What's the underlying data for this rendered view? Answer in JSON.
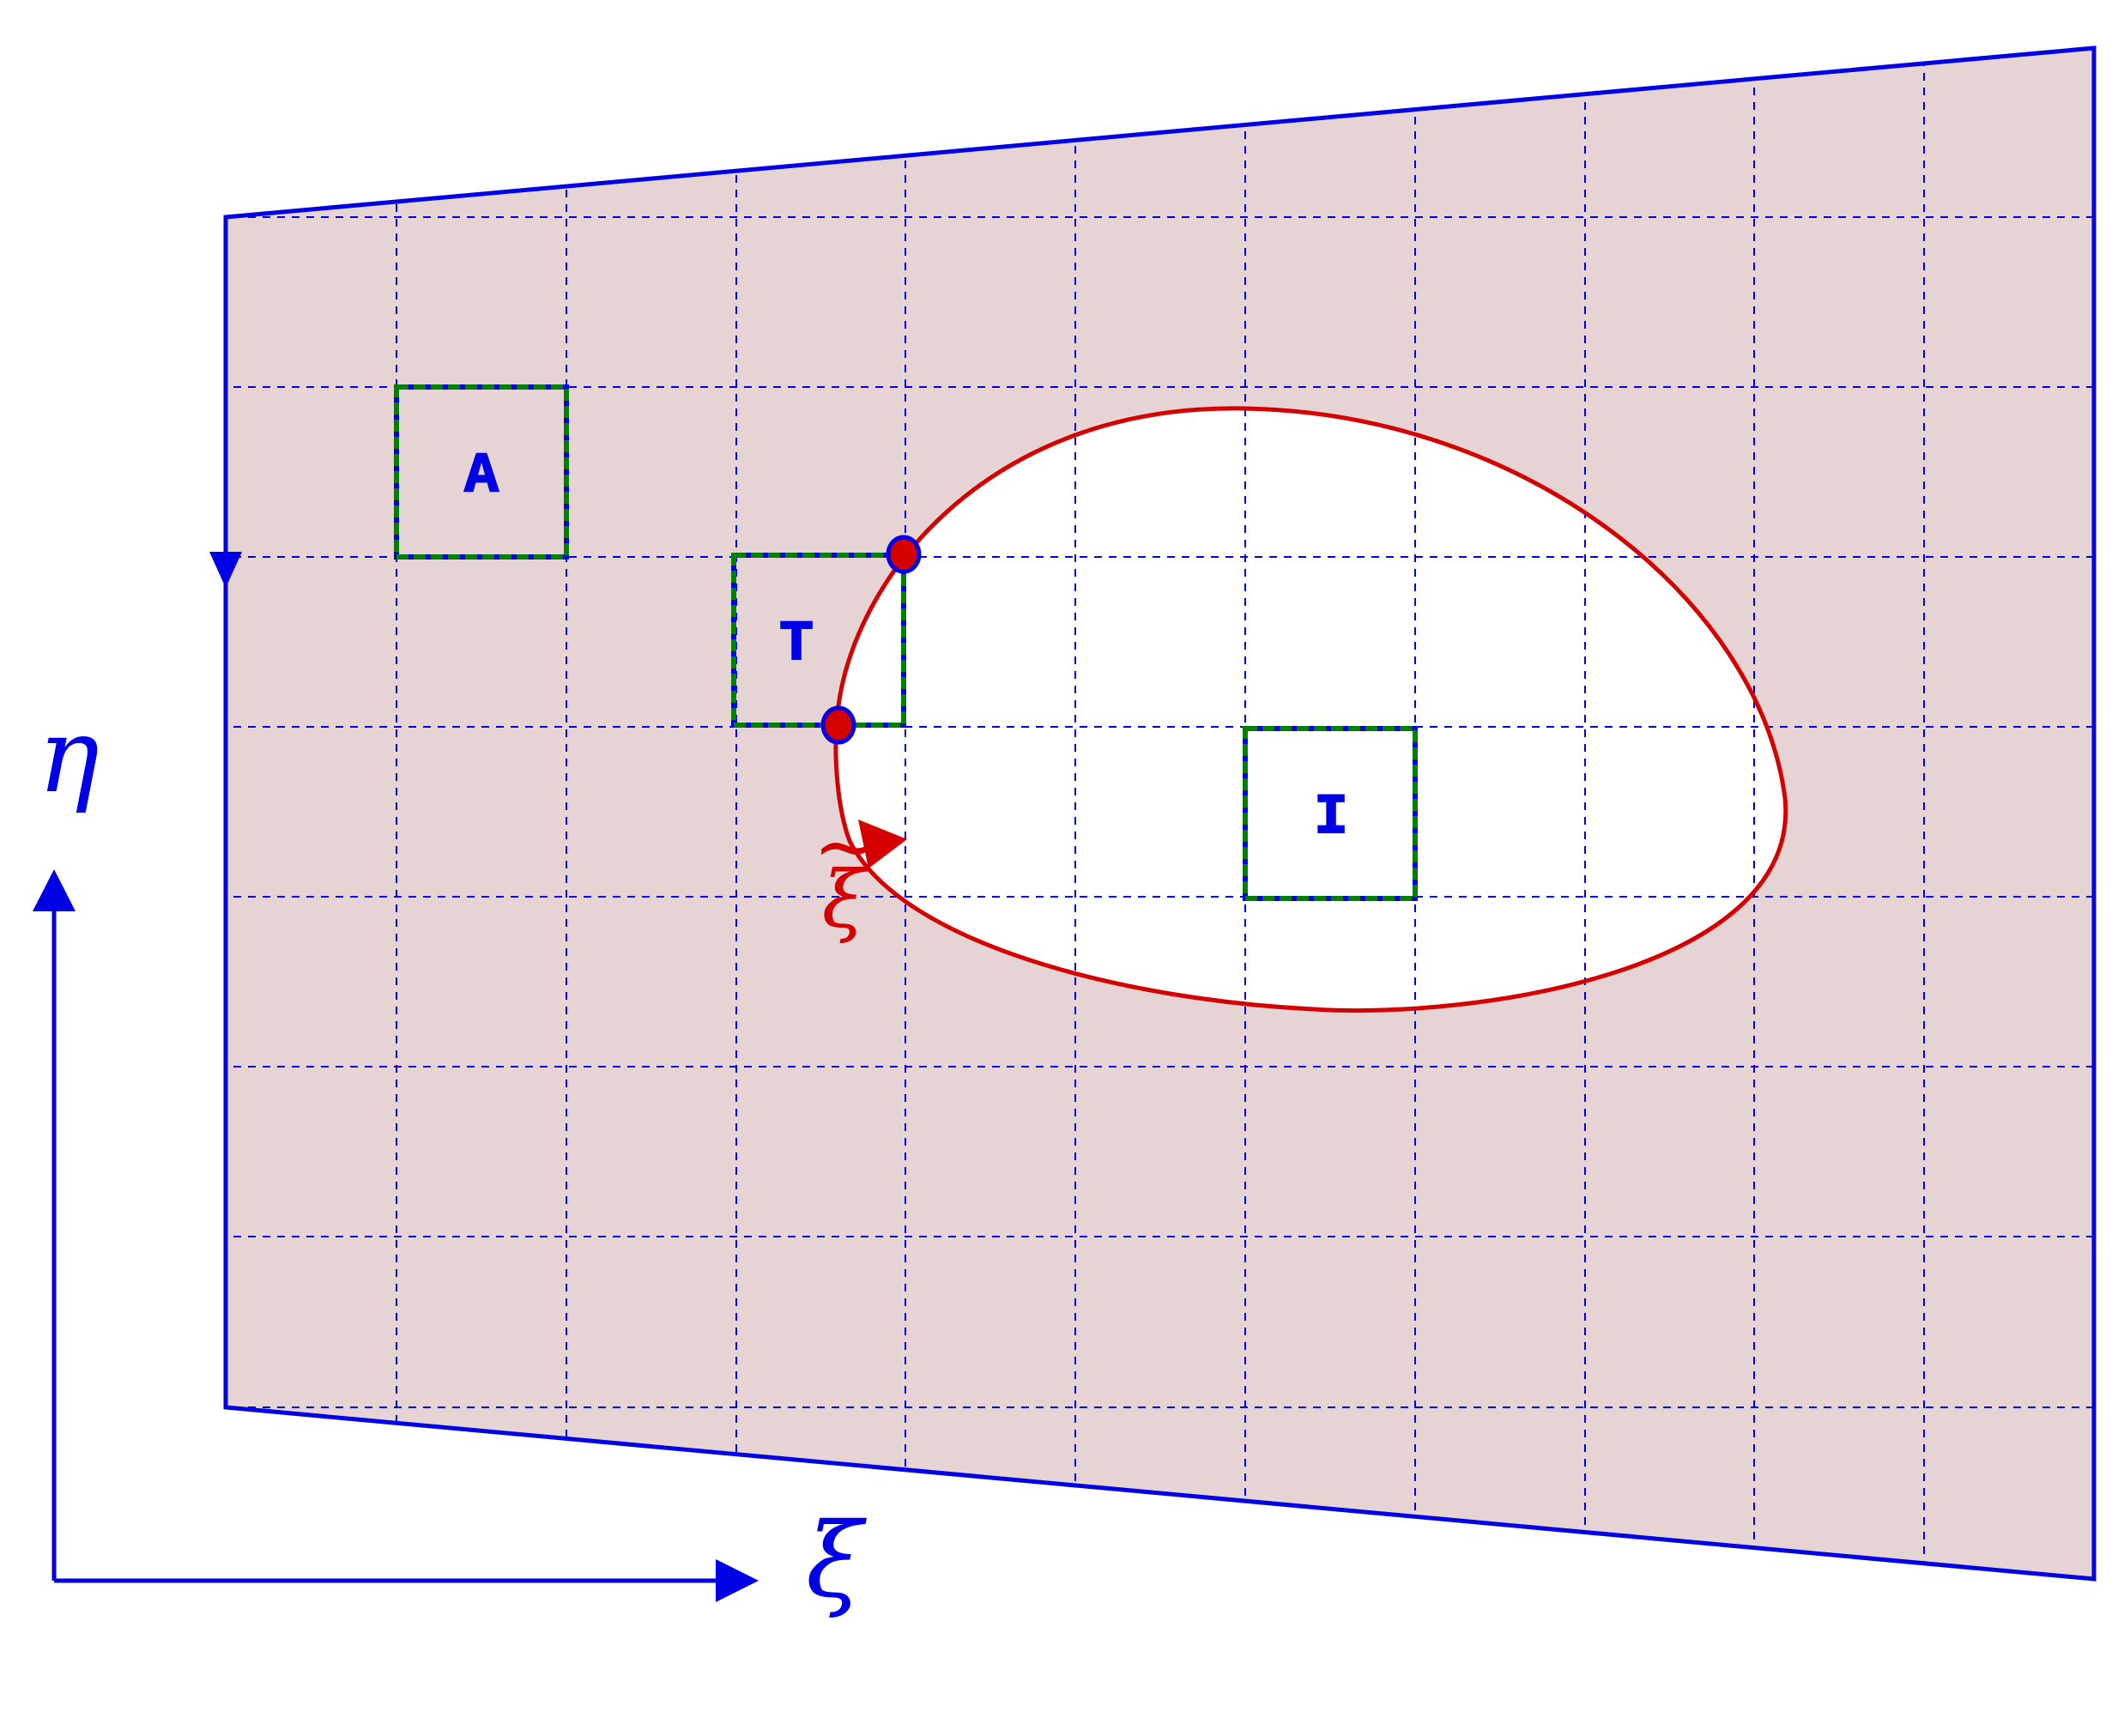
{
  "colors": {
    "domain_fill": "#e6d3d4",
    "boundary": "#0000e6",
    "grid": "#0000e6",
    "curve": "#d40000",
    "cell_border": "#008000",
    "label": "#0000e6",
    "point_fill": "#d40000",
    "background": "#ffffff"
  },
  "axes": {
    "x_label": "ξ",
    "y_label": "η"
  },
  "curve": {
    "label": "ξ̃",
    "label_tilde": "~",
    "label_base": "ξ"
  },
  "cells": [
    {
      "label": "A",
      "name": "cell-a",
      "category": "active"
    },
    {
      "label": "T",
      "name": "cell-t",
      "category": "cut"
    },
    {
      "label": "I",
      "name": "cell-i",
      "category": "inactive"
    }
  ],
  "icons": {
    "boundary_direction": "arrow-down-icon",
    "curve_direction": "arrow-triangle-icon",
    "axis_x": "arrow-right-icon",
    "axis_y": "arrow-up-icon",
    "intersection": "circle-point-icon"
  }
}
